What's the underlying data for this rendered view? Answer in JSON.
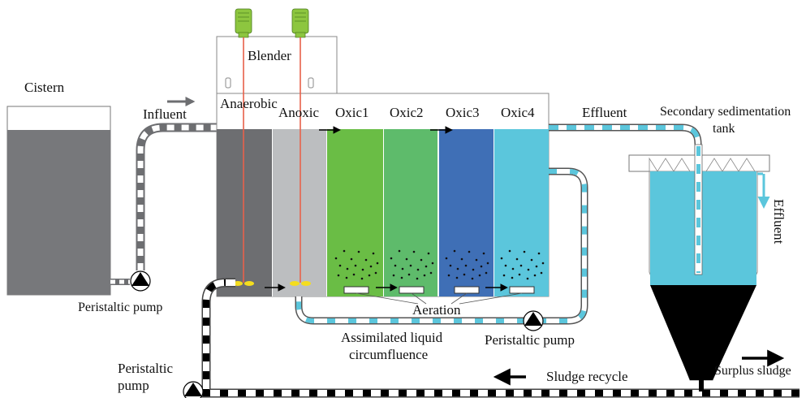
{
  "labels": {
    "cistern": "Cistern",
    "influent": "Influent",
    "blender": "Blender",
    "anaerobic": "Anaerobic",
    "anoxic": "Anoxic",
    "oxic1": "Oxic1",
    "oxic2": "Oxic2",
    "oxic3": "Oxic3",
    "oxic4": "Oxic4",
    "effluent_top": "Effluent",
    "secondary_line1": "Secondary sedimentation",
    "secondary_line2": "tank",
    "effluent_side": "Effluent",
    "peristaltic_pump_left": "Peristaltic pump",
    "aeration": "Aeration",
    "assimilated_line1": "Assimilated liquid",
    "assimilated_line2": "circumfluence",
    "peristaltic_pump_mid": "Peristaltic pump",
    "peristaltic_bottom_line1": "Peristaltic",
    "peristaltic_bottom_line2": "pump",
    "sludge_recycle": "Sludge recycle",
    "surplus_sludge": "Surplus sludge"
  },
  "colors": {
    "cistern_water": "#77787b",
    "anaerobic": "#6d6e71",
    "anoxic": "#bcbec0",
    "oxic1": "#6abd45",
    "oxic2": "#5ebb6b",
    "oxic3": "#3f6fb6",
    "oxic4": "#5bc6dc",
    "settler_water": "#5bc6dc",
    "sludge": "#000000",
    "stirrer_shaft": "#e8614a",
    "propeller": "#f4dd1e",
    "motor": "#8dc63f",
    "outline": "#777777"
  }
}
